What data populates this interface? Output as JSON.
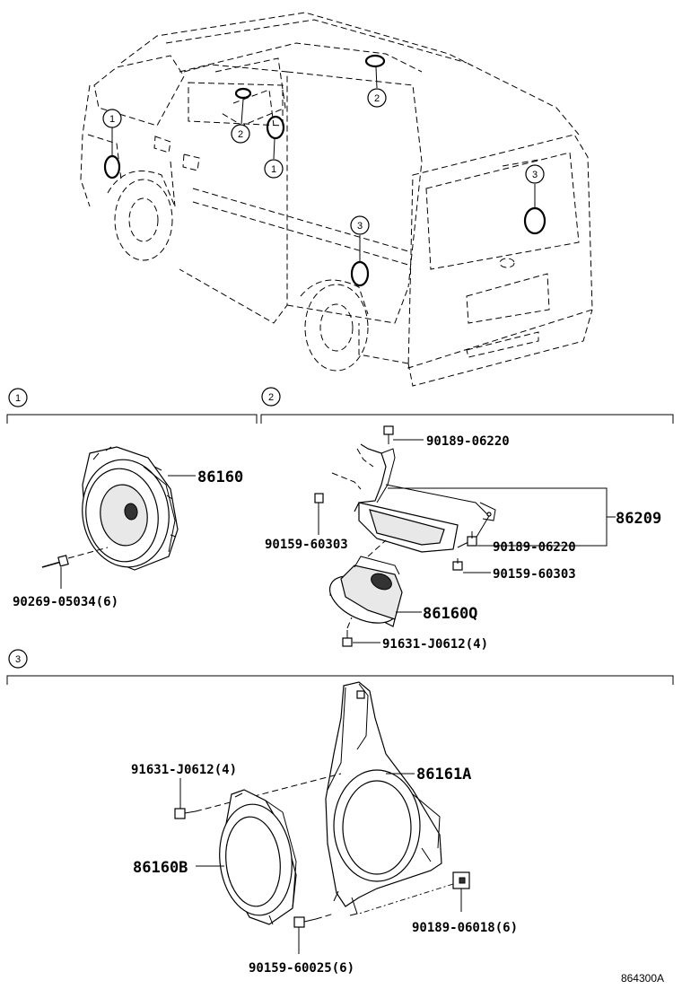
{
  "vehicle_callouts": [
    "1",
    "2",
    "2",
    "1",
    "3",
    "3"
  ],
  "sections": [
    {
      "id": "1"
    },
    {
      "id": "2"
    },
    {
      "id": "3"
    }
  ],
  "section1": {
    "speaker": "86160",
    "screw": "90269-05034(6)"
  },
  "section2": {
    "bolt_top": "90189-06220",
    "screw_left": "90159-60303",
    "bracket": "86209",
    "bolt_right": "90189-06220",
    "screw_right": "90159-60303",
    "speaker": "86160Q",
    "screw_bottom": "91631-J0612(4)"
  },
  "section3": {
    "screw_top": "91631-J0612(4)",
    "bracket": "86161A",
    "speaker": "86160B",
    "clip": "90189-06018(6)",
    "screw_bottom": "90159-60025(6)"
  },
  "diagram_id": "864300A"
}
